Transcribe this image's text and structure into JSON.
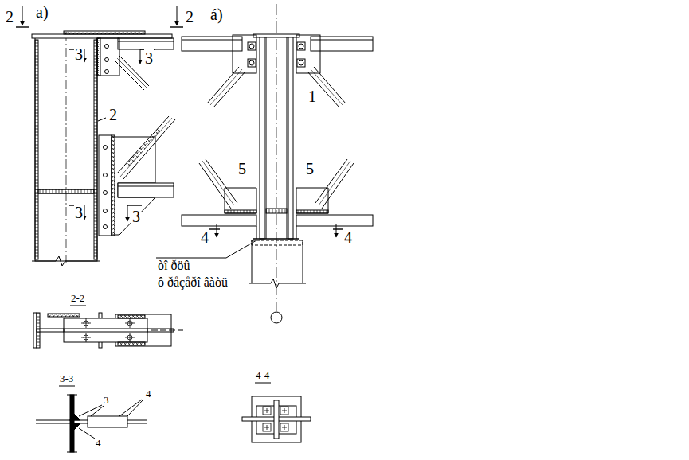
{
  "diagram": {
    "labels": [
      "2",
      "a)",
      "2",
      "3",
      "3",
      "2",
      "3",
      "3",
      "á)",
      "1",
      "5",
      "5",
      "4",
      "4",
      "òî ðöû",
      "ô ðåçåðî âàòü",
      "2-2",
      "3-3",
      "3",
      "4",
      "4",
      "4-4"
    ]
  }
}
